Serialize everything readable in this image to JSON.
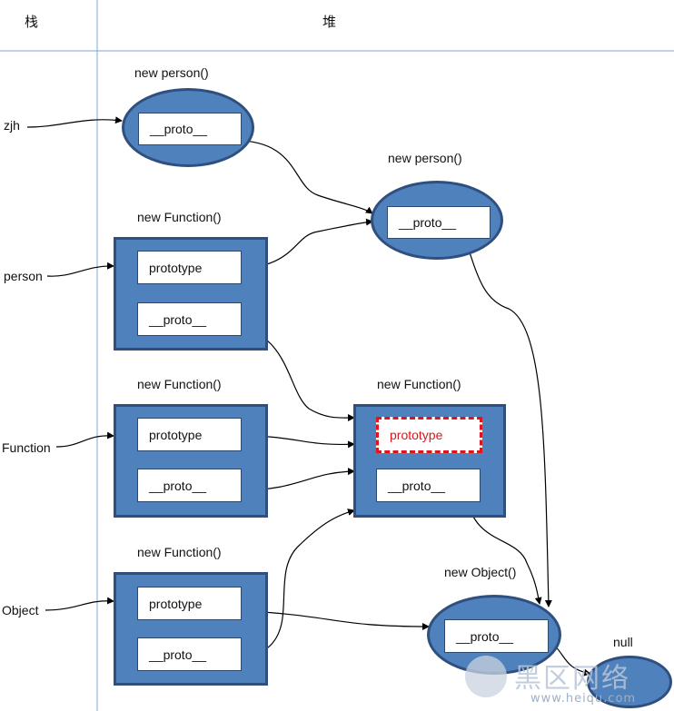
{
  "headers": {
    "stack": "栈",
    "heap": "堆"
  },
  "stack_vars": [
    "zjh",
    "person",
    "Function",
    "Object"
  ],
  "objects": {
    "zjh_obj": {
      "caption": "new person()",
      "slot": "__proto__"
    },
    "person_proto": {
      "caption": "new person()",
      "slot": "__proto__"
    },
    "person_fn": {
      "caption": "new Function()",
      "slot1": "prototype",
      "slot2": "__proto__"
    },
    "function_fn": {
      "caption": "new Function()",
      "slot1": "prototype",
      "slot2": "__proto__"
    },
    "function_proto": {
      "caption": "new Function()",
      "slot1": "prototype",
      "slot2": "__proto__"
    },
    "object_fn": {
      "caption": "new Function()",
      "slot1": "prototype",
      "slot2": "__proto__"
    },
    "object_proto": {
      "caption": "new Object()",
      "slot": "__proto__"
    },
    "null_node": {
      "caption": "null"
    }
  },
  "colors": {
    "node_fill": "#4f81bd",
    "node_border": "#2f4f7f",
    "highlight": "#e0141b",
    "divider": "#7fa7d4"
  },
  "watermark": {
    "cn": "黑区网络",
    "url": "www.heiqu.com"
  }
}
